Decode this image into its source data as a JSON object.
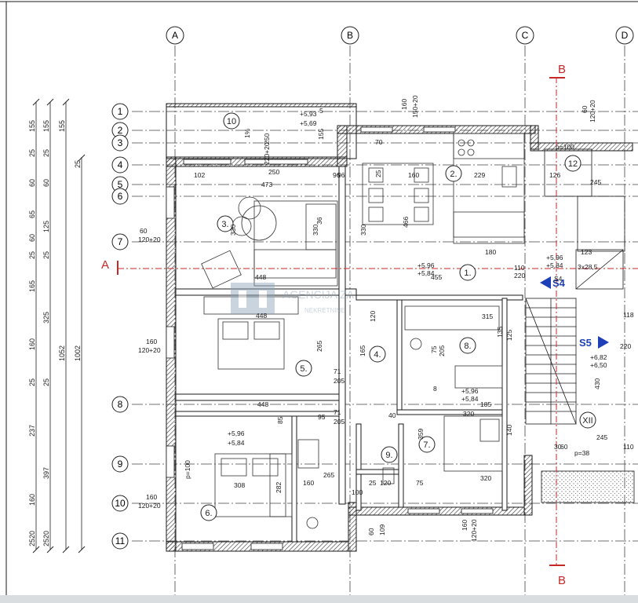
{
  "axes": {
    "columns": [
      "A",
      "B",
      "C",
      "D"
    ],
    "rows": [
      "1",
      "2",
      "3",
      "4",
      "5",
      "6",
      "7",
      "8",
      "9",
      "10",
      "11"
    ]
  },
  "section_marks": {
    "a": "A",
    "b": "B",
    "s4": "S4",
    "s5": "S5"
  },
  "rooms": [
    "1.",
    "2.",
    "3.",
    "4.",
    "5.",
    "6.",
    "7.",
    "8.",
    "9.",
    "10",
    "12",
    "XII"
  ],
  "left_dims": {
    "col1": [
      "155",
      "155",
      "25",
      "60",
      "65",
      "60",
      "25",
      "165",
      "160",
      "25",
      "237",
      "160",
      "2520"
    ],
    "col2": [
      "155",
      "25",
      "60",
      "125",
      "25",
      "325",
      "25",
      "397",
      "2520"
    ],
    "col3": [
      "1052"
    ],
    "col4": [
      "1002",
      "25"
    ]
  },
  "dim_labels": [
    "60",
    "120+20",
    "160",
    "120+20",
    "160",
    "120+20",
    "250",
    "220+20",
    "155",
    "5",
    "+5,93",
    "+5,69",
    "102",
    "250",
    "473",
    "96",
    "36",
    "25",
    "160",
    "229",
    "70",
    "96",
    "330",
    "330",
    "330",
    "448",
    "466",
    "120",
    "455",
    "180",
    "+5,96",
    "+5,84",
    "110",
    "220",
    "448",
    "265",
    "165",
    "315",
    "135",
    "125",
    "75",
    "205",
    "8",
    "+5,96",
    "+5,84",
    "71",
    "205",
    "71",
    "205",
    "185",
    "320",
    "448",
    "85",
    "95",
    "40",
    "359",
    "140",
    "+5,96",
    "+5,84",
    "308",
    "282",
    "265",
    "120",
    "100",
    "320",
    "160",
    "120+20",
    "75",
    "25",
    "160",
    "p=100",
    "60",
    "109",
    "1%",
    "160",
    "150+20",
    "60",
    "120+20",
    "p=100",
    "126",
    "245",
    "+5,96",
    "+5,84",
    "S4",
    "123",
    "3x28,5",
    "+6,82",
    "+6,50",
    "430",
    "245",
    "110",
    "60",
    "30",
    "p=38",
    "220",
    "118"
  ],
  "watermark": {
    "title": "AGENCIJA ZA",
    "subtitle": "NEKRETNINE"
  },
  "colors": {
    "line": "#1a1a1a",
    "wall": "#2b2b2b",
    "axis": "#444444",
    "section": "#c62828",
    "arrow": "#1e3fb8",
    "wm": "#8aa2b8"
  }
}
